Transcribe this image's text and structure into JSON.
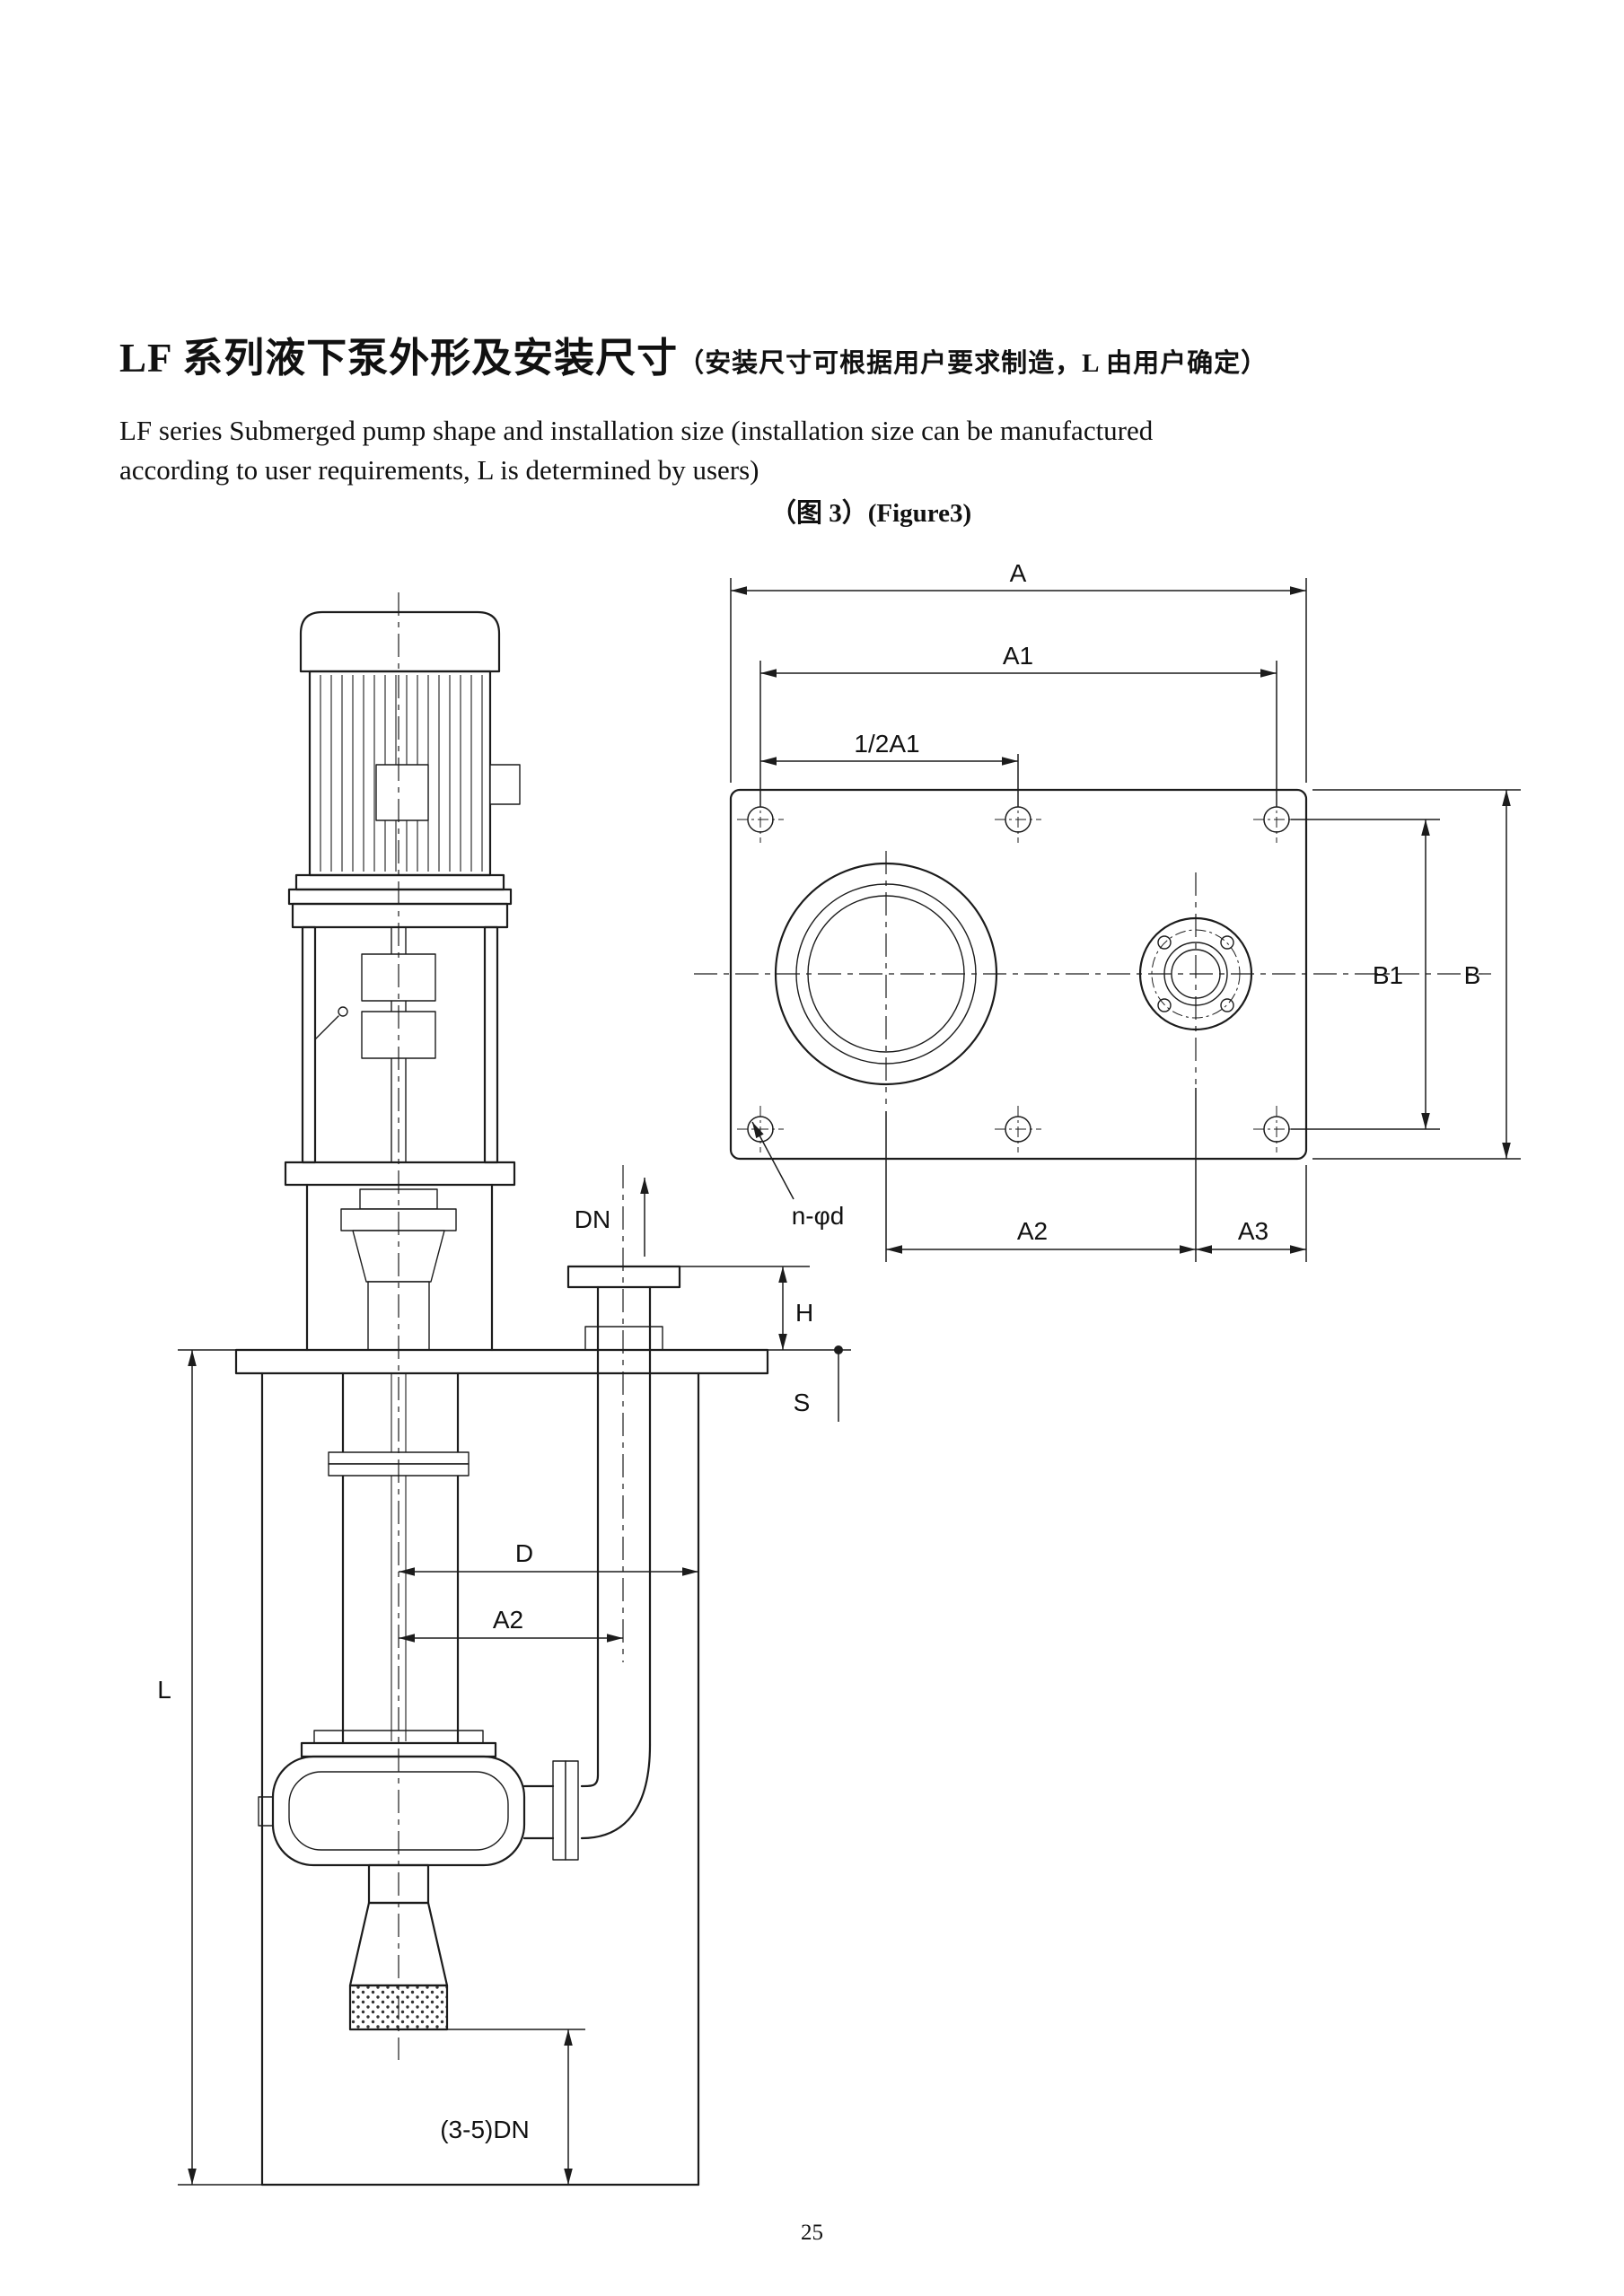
{
  "page": {
    "number": "25"
  },
  "header": {
    "title_zh": "LF 系列液下泵外形及安装尺寸",
    "title_note_zh": "（安装尺寸可根据用户要求制造，L 由用户确定）",
    "subtitle_en_line1": "LF series Submerged pump shape and installation size (installation size can be manufactured",
    "subtitle_en_line2": "according to user requirements, L is determined by users)",
    "figure_caption": "（图 3）(Figure3)"
  },
  "diagram": {
    "plan_labels": {
      "A": "A",
      "A1": "A1",
      "half_A1": "1/2A1",
      "B1": "B1",
      "B": "B",
      "A2": "A2",
      "A3": "A3",
      "bolt_holes": "n-φd"
    },
    "side_labels": {
      "DN": "DN",
      "H": "H",
      "S": "S",
      "D": "D",
      "A2": "A2",
      "L": "L",
      "bottom_clearance": "(3-5)DN"
    }
  }
}
